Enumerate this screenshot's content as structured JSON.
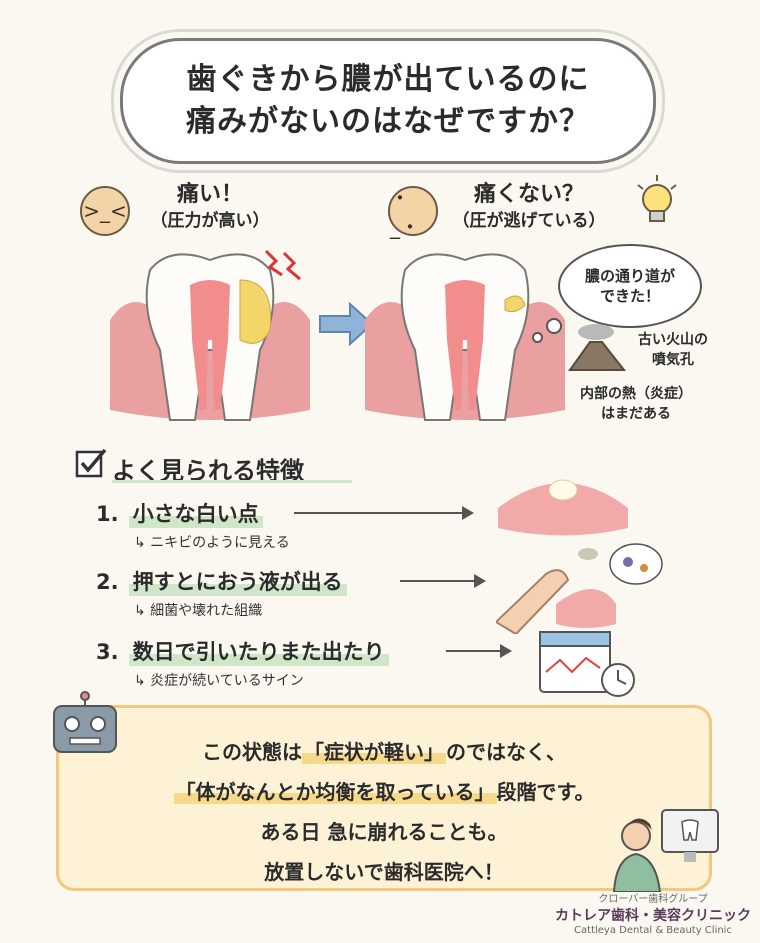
{
  "title": {
    "line1": "歯ぐきから膿が出ているのに",
    "line2": "痛みがないのはなぜですか？"
  },
  "left_panel": {
    "face": ">_<",
    "label_big": "痛い！",
    "label_small": "（圧力が高い）"
  },
  "right_panel": {
    "face": "・_・",
    "label_big": "痛くない？",
    "label_small": "（圧が逃げている）"
  },
  "bubble": {
    "line1": "膿の通り道が",
    "line2": "できた！"
  },
  "volcano_note": {
    "line1": "古い火山の",
    "line2": "噴気孔"
  },
  "inflammation_note": {
    "line1": "内部の熱（炎症）",
    "line2": "はまだある"
  },
  "features": {
    "heading": "よく見られる特徴",
    "items": [
      {
        "num": "1.",
        "title": "小さな白い点",
        "sub": "↳ ニキビのように見える"
      },
      {
        "num": "2.",
        "title": "押すとにおう液が出る",
        "sub": "↳ 細菌や壊れた組織"
      },
      {
        "num": "3.",
        "title": "数日で引いたりまた出たり",
        "sub": "↳ 炎症が続いているサイン"
      }
    ]
  },
  "callout": {
    "l1_pre": "この状態は",
    "l1_hl": "「症状が軽い」",
    "l1_post": "のではなく、",
    "l2_hl": "「体がなんとか均衡を取っている」",
    "l2_post": "段階です。",
    "l3": "ある日 急に崩れることも。",
    "l4": "放置しないで歯科医院へ！"
  },
  "clinic": {
    "group": "クローバー歯科グループ",
    "name": "カトレア歯科・美容クリニック",
    "name_en": "Cattleya Dental & Beauty Clinic"
  },
  "colors": {
    "gum": "#e98f8f",
    "pus": "#f2d25e",
    "accent_green": "#cfe7c8",
    "callout_bg": "#fdf1d6"
  }
}
